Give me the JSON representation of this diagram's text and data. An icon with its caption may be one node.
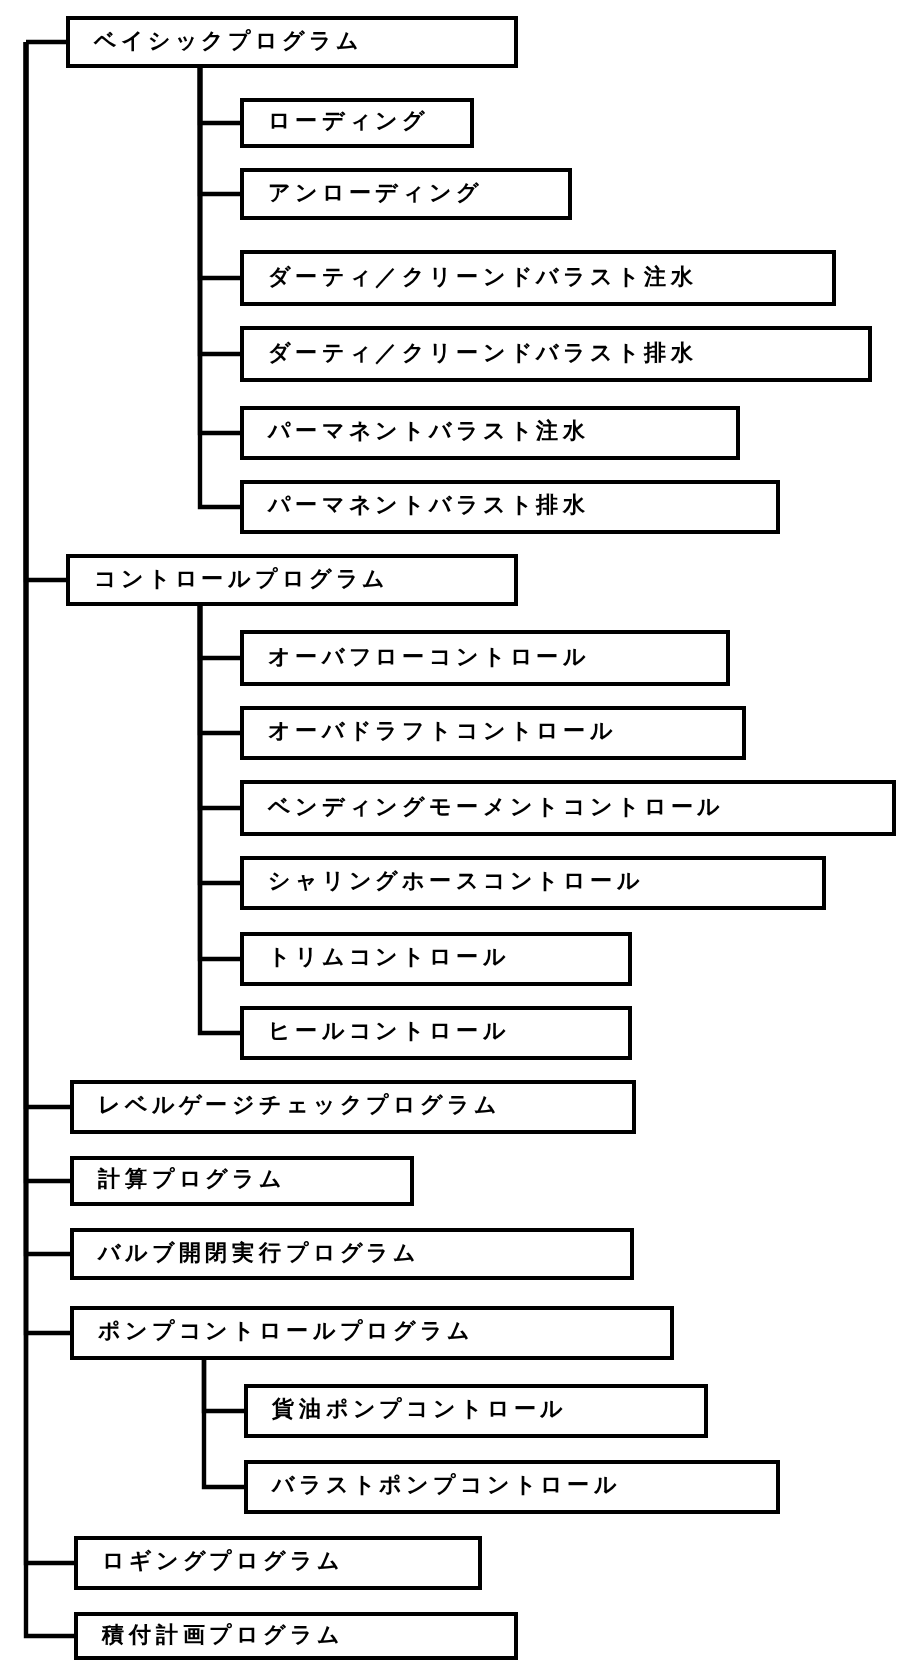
{
  "diagram": {
    "nodes": [
      {
        "text": [
          "ベイシックプログラム"
        ]
      },
      {
        "text": [
          "ローディング"
        ]
      },
      {
        "text": [
          "アンローディング"
        ]
      },
      {
        "text": [
          "ダーティ／クリーンドバラスト注水"
        ]
      },
      {
        "text": [
          "ダーティ／クリーンドバラスト排水"
        ]
      },
      {
        "text": [
          "パーマネントバラスト注水"
        ]
      },
      {
        "text": [
          "パーマネントバラスト排水"
        ]
      },
      {
        "text": [
          "コントロールプログラム"
        ]
      },
      {
        "text": [
          "オーバフローコントロール"
        ]
      },
      {
        "text": [
          "オーバドラフトコントロール"
        ]
      },
      {
        "text": [
          "ベンディングモーメントコントロール"
        ]
      },
      {
        "text": [
          "シャリングホースコントロール"
        ]
      },
      {
        "text": [
          "トリムコントロール"
        ]
      },
      {
        "text": [
          "ヒールコントロール"
        ]
      },
      {
        "text": [
          "レベルゲージチェックプログラム"
        ]
      },
      {
        "text": [
          "計算プログラム"
        ]
      },
      {
        "text": [
          "バルブ開閉実行プログラム"
        ]
      },
      {
        "text": [
          "ポンプコントロールプログラム"
        ]
      },
      {
        "text": [
          "貨油ポンプコントロール"
        ]
      },
      {
        "text": [
          "バラストポンプコントロール"
        ]
      },
      {
        "text": [
          "ロギングプログラム"
        ]
      },
      {
        "text": [
          "積付計画プログラム"
        ]
      }
    ],
    "edges": [
      {
        "from": null,
        "to": 0,
        "arrow": "none"
      },
      {
        "from": 0,
        "to": 1,
        "arrow": "none"
      },
      {
        "from": 0,
        "to": 2,
        "arrow": "none"
      },
      {
        "from": 0,
        "to": 3,
        "arrow": "none"
      },
      {
        "from": 0,
        "to": 4,
        "arrow": "none"
      },
      {
        "from": 0,
        "to": 5,
        "arrow": "none"
      },
      {
        "from": 0,
        "to": 6,
        "arrow": "none"
      },
      {
        "from": null,
        "to": 7,
        "arrow": "none"
      },
      {
        "from": 7,
        "to": 8,
        "arrow": "none"
      },
      {
        "from": 7,
        "to": 9,
        "arrow": "none"
      },
      {
        "from": 7,
        "to": 10,
        "arrow": "none"
      },
      {
        "from": 7,
        "to": 11,
        "arrow": "none"
      },
      {
        "from": 7,
        "to": 12,
        "arrow": "none"
      },
      {
        "from": 7,
        "to": 13,
        "arrow": "none"
      },
      {
        "from": null,
        "to": 14,
        "arrow": "none"
      },
      {
        "from": null,
        "to": 15,
        "arrow": "none"
      },
      {
        "from": null,
        "to": 16,
        "arrow": "none"
      },
      {
        "from": null,
        "to": 17,
        "arrow": "none"
      },
      {
        "from": 17,
        "to": 18,
        "arrow": "none"
      },
      {
        "from": 17,
        "to": 19,
        "arrow": "none"
      },
      {
        "from": null,
        "to": 20,
        "arrow": "none"
      },
      {
        "from": null,
        "to": 21,
        "arrow": "none"
      }
    ]
  }
}
